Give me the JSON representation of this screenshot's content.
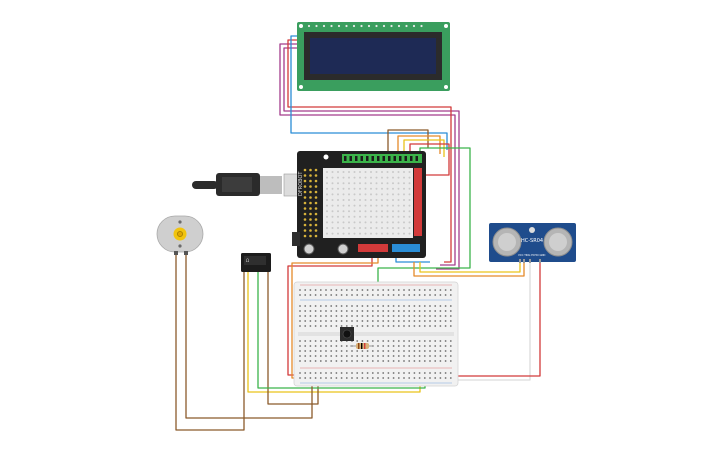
{
  "labels": {
    "shield_brand": "DFROBOT",
    "relay_text": "Ω",
    "sensor_model": "HC-SR04",
    "sensor_pins": "VCC TRIG ECHO GND"
  },
  "colors": {
    "background": "#ffffff",
    "lcd_board": "#3a9e5e",
    "lcd_screen": "#1e2a55",
    "shield_board": "#202020",
    "breadboard": "#f1f1f1",
    "sensor_board": "#1f4c8c",
    "motor_body": "#cfcfcf",
    "motor_hub": "#f1c40f",
    "wire_red": "#d23a3a",
    "wire_green": "#3bb34a",
    "wire_yellow": "#e9c41a",
    "wire_brown": "#8b5a2b",
    "wire_purple": "#a33c8c",
    "wire_blue": "#2a8dd6",
    "wire_orange": "#e58a2a",
    "wire_white": "#dcdcdc"
  },
  "components": [
    {
      "name": "lcd-display",
      "label": ""
    },
    {
      "name": "arduino-shield",
      "label": ""
    },
    {
      "name": "usb-cable",
      "label": ""
    },
    {
      "name": "dc-motor",
      "label": ""
    },
    {
      "name": "relay-module",
      "label": ""
    },
    {
      "name": "breadboard",
      "label": ""
    },
    {
      "name": "ultrasonic-sensor",
      "label": ""
    },
    {
      "name": "push-button",
      "label": ""
    },
    {
      "name": "resistor",
      "label": ""
    }
  ]
}
